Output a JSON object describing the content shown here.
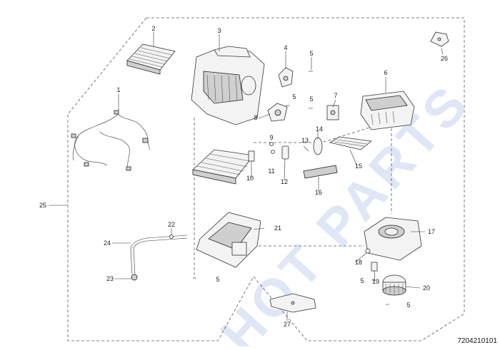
{
  "diagram": {
    "watermark": "HOT PARTS",
    "drawing_code": "7204210101",
    "callouts": {
      "c1": "1",
      "c2": "2",
      "c3": "3",
      "c4": "4",
      "c5a": "5",
      "c5b": "5",
      "c5c": "5",
      "c5d": "5",
      "c5e": "5",
      "c5f": "5",
      "c6": "6",
      "c7": "7",
      "c8": "8",
      "c9": "9",
      "c10": "10",
      "c11": "11",
      "c12": "12",
      "c13": "13",
      "c14": "14",
      "c15": "15",
      "c16": "16",
      "c17": "17",
      "c18": "18",
      "c19": "19",
      "c20": "20",
      "c21": "21",
      "c22": "22",
      "c23": "23",
      "c24": "24",
      "c25": "25",
      "c26": "26",
      "c27": "27"
    }
  }
}
